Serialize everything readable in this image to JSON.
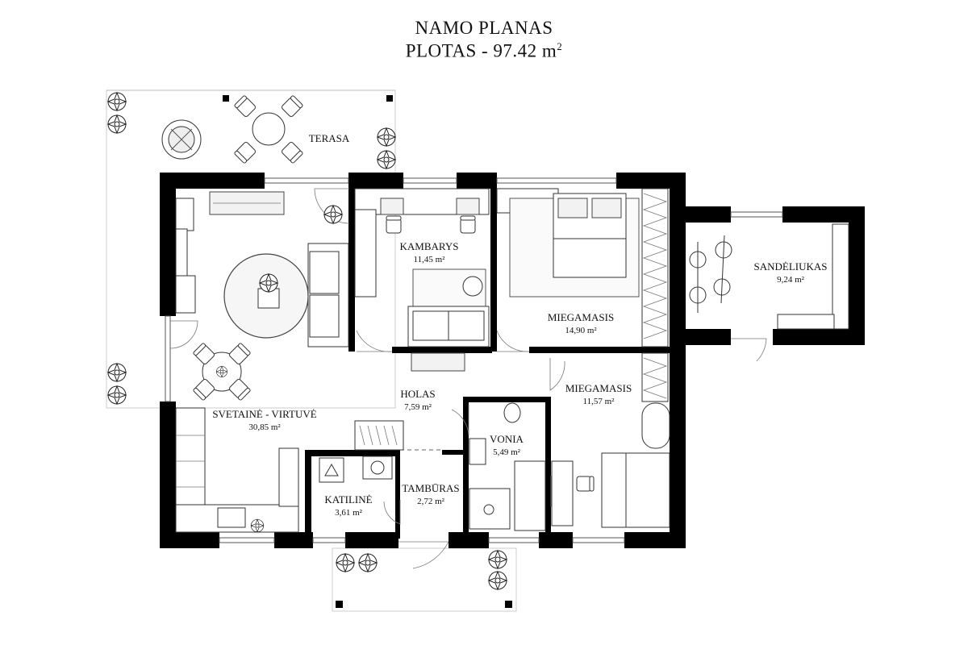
{
  "header": {
    "title": "NAMO PLANAS",
    "area_label": "PLOTAS - 97.42 m",
    "area_sup": "2"
  },
  "rooms": {
    "terasa": {
      "name": "TERASA"
    },
    "kambarys": {
      "name": "KAMBARYS",
      "area": "11,45 m²"
    },
    "miegamasis1": {
      "name": "MIEGAMASIS",
      "area": "14,90 m²"
    },
    "sandeliukas": {
      "name": "SANDĖLIUKAS",
      "area": "9,24 m²"
    },
    "svetaine": {
      "name": "SVETAINĖ - VIRTUVĖ",
      "area": "30,85 m²"
    },
    "holas": {
      "name": "HOLAS",
      "area": "7,59 m²"
    },
    "miegamasis2": {
      "name": "MIEGAMASIS",
      "area": "11,57 m²"
    },
    "vonia": {
      "name": "VONIA",
      "area": "5,49 m²"
    },
    "katiline": {
      "name": "KATILINĖ",
      "area": "3,61 m²"
    },
    "tamburas": {
      "name": "TAMBŪRAS",
      "area": "2,72 m²"
    }
  },
  "colors": {
    "wall": "#000000",
    "line": "#333333",
    "background": "#ffffff"
  }
}
